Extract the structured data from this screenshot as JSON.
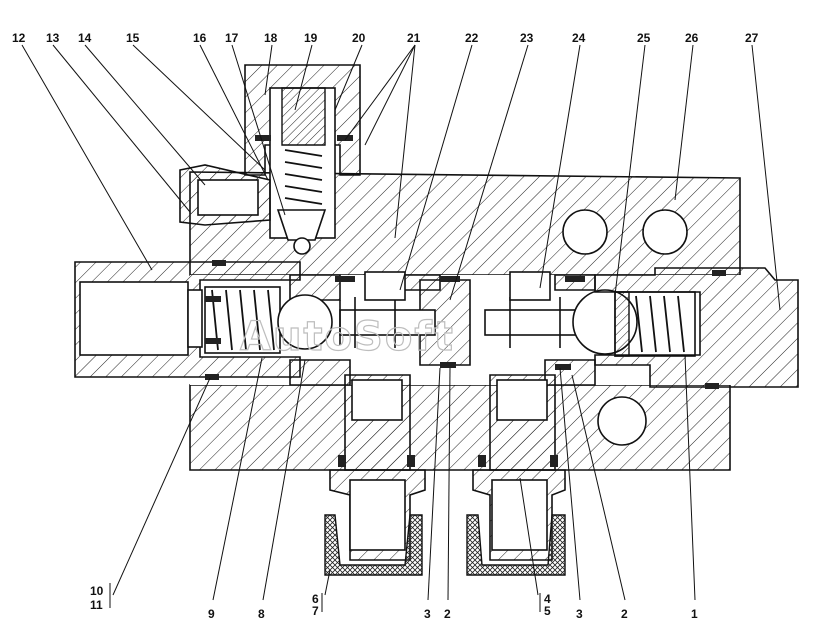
{
  "watermark": "AutoSoft",
  "labels_top": [
    {
      "id": "12",
      "text": "12"
    },
    {
      "id": "13",
      "text": "13"
    },
    {
      "id": "14",
      "text": "14"
    },
    {
      "id": "15",
      "text": "15"
    },
    {
      "id": "16",
      "text": "16"
    },
    {
      "id": "17",
      "text": "17"
    },
    {
      "id": "18",
      "text": "18"
    },
    {
      "id": "19",
      "text": "19"
    },
    {
      "id": "20",
      "text": "20"
    },
    {
      "id": "21",
      "text": "21"
    },
    {
      "id": "22",
      "text": "22"
    },
    {
      "id": "23",
      "text": "23"
    },
    {
      "id": "24",
      "text": "24"
    },
    {
      "id": "25",
      "text": "25"
    },
    {
      "id": "26",
      "text": "26"
    },
    {
      "id": "27",
      "text": "27"
    }
  ],
  "labels_bottom": [
    {
      "id": "10",
      "text": "10"
    },
    {
      "id": "11",
      "text": "11"
    },
    {
      "id": "9",
      "text": "9"
    },
    {
      "id": "8",
      "text": "8"
    },
    {
      "id": "6",
      "text": "6"
    },
    {
      "id": "7",
      "text": "7"
    },
    {
      "id": "3a",
      "text": "3"
    },
    {
      "id": "2a",
      "text": "2"
    },
    {
      "id": "4",
      "text": "4"
    },
    {
      "id": "5",
      "text": "5"
    },
    {
      "id": "3b",
      "text": "3"
    },
    {
      "id": "2b",
      "text": "2"
    },
    {
      "id": "1",
      "text": "1"
    }
  ]
}
